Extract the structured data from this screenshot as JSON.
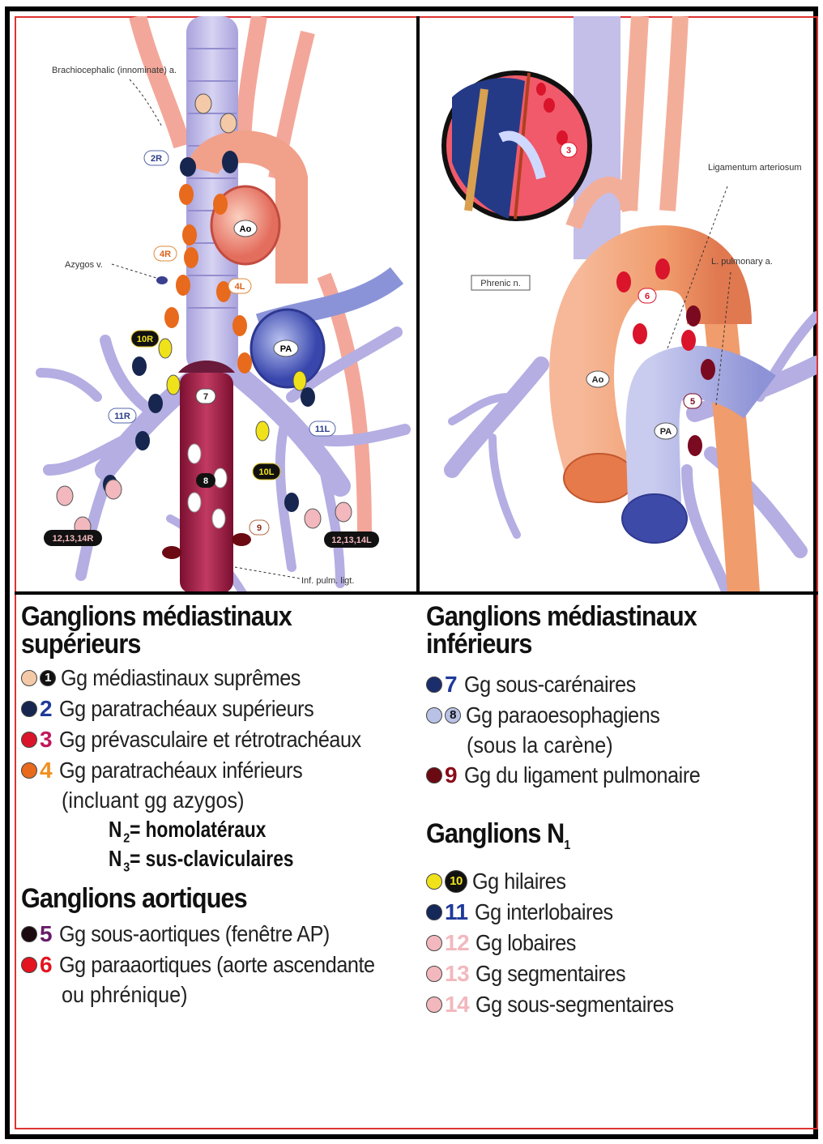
{
  "left_diagram": {
    "labels": {
      "brachiocephalic": "Brachiocephalic (innominate) a.",
      "azygos": "Azygos v.",
      "inf_pulm_ligt": "Inf. pulm. ligt.",
      "ao": "Ao",
      "pa": "PA"
    },
    "tags": {
      "t2r": "2R",
      "t4r": "4R",
      "t4l": "4L",
      "t10r": "10R",
      "t10l": "10L",
      "t11r": "11R",
      "t11l": "11L",
      "t7": "7",
      "t8": "8",
      "t9": "9",
      "t12r": "12,13,14R",
      "t12l": "12,13,14L"
    }
  },
  "right_diagram": {
    "labels": {
      "ligamentum": "Ligamentum arteriosum",
      "l_pulmonary": "L. pulmonary a.",
      "phrenic": "Phrenic n.",
      "ao": "Ao",
      "pa": "PA"
    },
    "tags": {
      "t3": "3",
      "t5": "5",
      "t6": "6"
    }
  },
  "legend": {
    "superior": {
      "title_line1": "Ganglions médiastinaux",
      "title_line2": "supérieurs",
      "items": [
        {
          "num": "1",
          "text": "Gg médiastinaux suprêmes"
        },
        {
          "num": "2",
          "text": "Gg paratrachéaux supérieurs"
        },
        {
          "num": "3",
          "text": "Gg prévasculaire et rétrotrachéaux"
        },
        {
          "num": "4",
          "text": "Gg paratrachéaux inférieurs"
        }
      ],
      "item4_cont": "(incluant gg azygos)",
      "n2_label": "N",
      "n2_sub": "2",
      "n2_text": " = homolatéraux",
      "n3_label": "N",
      "n3_sub": "3",
      "n3_text": " = sus-claviculaires"
    },
    "aortic": {
      "title": "Ganglions aortiques",
      "items": [
        {
          "num": "5",
          "text": "Gg sous-aortiques (fenêtre AP)"
        },
        {
          "num": "6",
          "text": "Gg paraaortiques (aorte ascendante"
        }
      ],
      "item6_cont": "ou phrénique)"
    },
    "inferior": {
      "title_line1": "Ganglions médiastinaux",
      "title_line2": "inférieurs",
      "items": [
        {
          "num": "7",
          "text": "Gg sous-carénaires"
        },
        {
          "num": "8",
          "text": "Gg paraoesophagiens"
        },
        {
          "num": "9",
          "text": "Gg du ligament pulmonaire"
        }
      ],
      "item8_cont": "(sous la carène)"
    },
    "n1": {
      "title": "Ganglions N",
      "title_sub": "1",
      "items": [
        {
          "num": "10",
          "text": "Gg hilaires"
        },
        {
          "num": "11",
          "text": "Gg interlobaires"
        },
        {
          "num": "12",
          "text": "Gg lobaires"
        },
        {
          "num": "13",
          "text": "Gg segmentaires"
        },
        {
          "num": "14",
          "text": "Gg sous-segmentaires"
        }
      ]
    }
  },
  "colors": {
    "station1": "#f3c9a8",
    "station2": "#17264f",
    "station3": "#d9142b",
    "station4": "#e86a1c",
    "station5": "#1a0a10",
    "station6": "#e3141f",
    "station7": "#1b2d6b",
    "station8": "#b9c2e6",
    "station9": "#6b0a12",
    "station10": "#f0e21a",
    "station11": "#14285a",
    "station12_14": "#f2b8bd",
    "airway": "#b7b3e4",
    "aorta": "#f29a7a",
    "pa": "#5c67c8",
    "esophagus": "#a2204a"
  }
}
